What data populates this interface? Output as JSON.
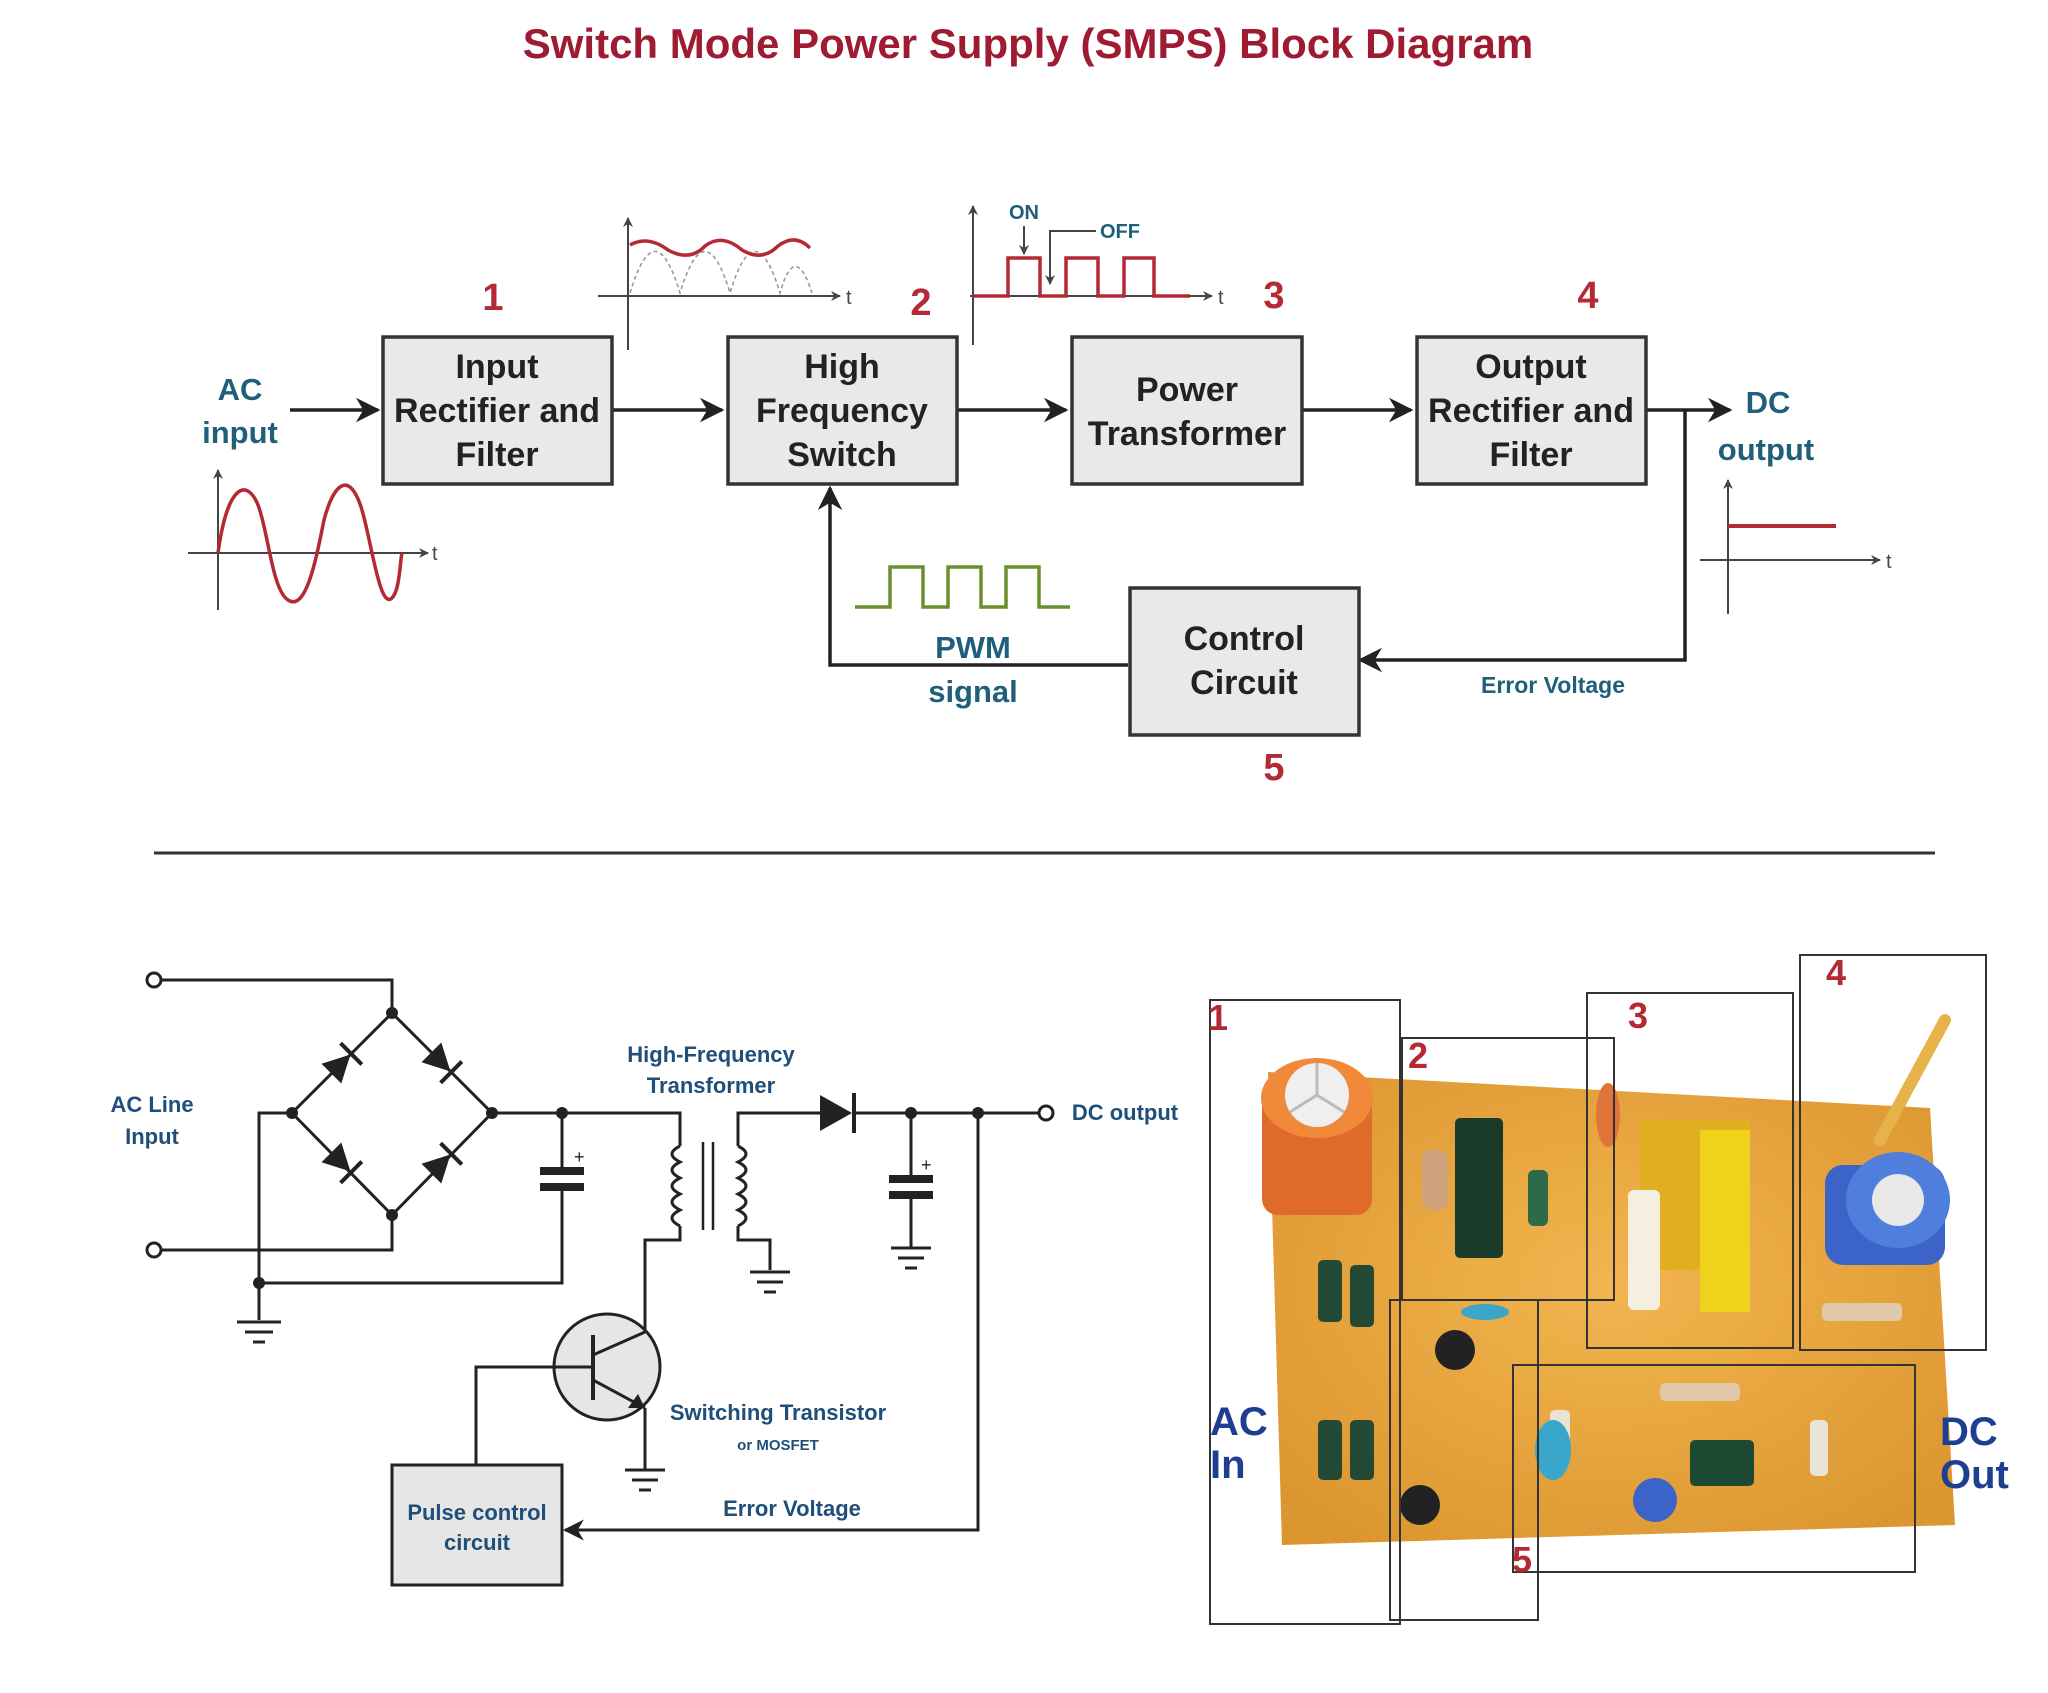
{
  "title": "Switch Mode Power Supply (SMPS) Block Diagram",
  "block_diagram": {
    "input_label": [
      "AC",
      "input"
    ],
    "output_label": [
      "DC",
      "output"
    ],
    "blocks": [
      {
        "number": "1",
        "lines": [
          "Input",
          "Rectifier and",
          "Filter"
        ]
      },
      {
        "number": "2",
        "lines": [
          "High",
          "Frequency",
          "Switch"
        ]
      },
      {
        "number": "3",
        "lines": [
          "Power",
          "Transformer"
        ]
      },
      {
        "number": "4",
        "lines": [
          "Output",
          "Rectifier and",
          "Filter"
        ]
      },
      {
        "number": "5",
        "lines": [
          "Control",
          "Circuit"
        ]
      }
    ],
    "pwm_label": [
      "PWM",
      "signal"
    ],
    "error_voltage_label": "Error Voltage",
    "on_label": "ON",
    "off_label": "OFF",
    "time_axis_label": "t"
  },
  "circuit": {
    "ac_line_input": [
      "AC Line",
      "Input"
    ],
    "transformer_label": [
      "High-Frequency",
      "Transformer"
    ],
    "dc_output": "DC output",
    "switching_transistor": "Switching Transistor",
    "or_mosfet": "or MOSFET",
    "error_voltage": "Error Voltage",
    "pulse_control": [
      "Pulse control",
      "circuit"
    ]
  },
  "pcb": {
    "region_numbers": [
      "1",
      "2",
      "3",
      "4",
      "5"
    ],
    "ac_in": [
      "AC",
      "In"
    ],
    "dc_out": [
      "DC",
      "Out"
    ]
  },
  "colors": {
    "title": "#9e1b32",
    "numbers": "#b32a35",
    "labels_blue": "#1f5f7a",
    "waveform_red": "#b32a35",
    "pwm_green": "#6a8f2e",
    "block_fill": "#e9e9e9"
  }
}
